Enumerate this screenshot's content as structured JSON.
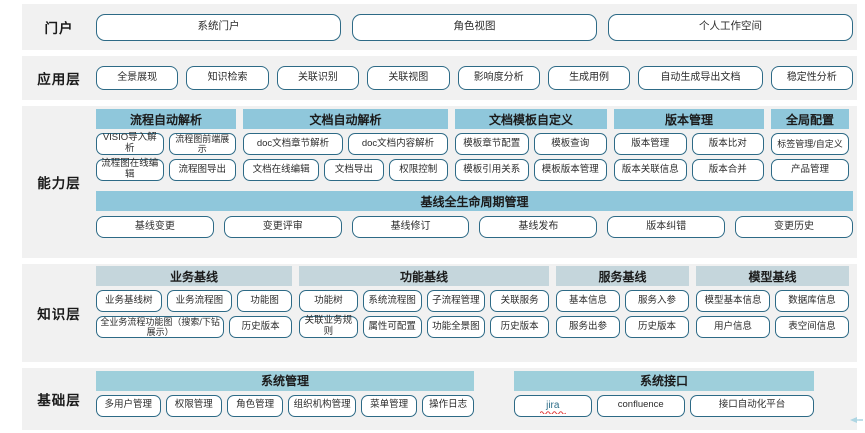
{
  "layers": [
    {
      "key": "portal",
      "label": "门户",
      "items": [
        "系统门户",
        "角色视图",
        "个人工作空间"
      ]
    },
    {
      "key": "application",
      "label": "应用层",
      "items": [
        "全景展现",
        "知识检索",
        "关联识别",
        "关联视图",
        "影响度分析",
        "生成用例",
        "自动生成导出文档",
        "稳定性分析"
      ]
    },
    {
      "key": "capability",
      "label": "能力层",
      "groups": [
        {
          "title": "流程自动解析",
          "rows": [
            [
              "VISIO导入解析",
              "流程图前端展示"
            ],
            [
              "流程图在线编辑",
              "流程图导出"
            ]
          ]
        },
        {
          "title": "文档自动解析",
          "rows": [
            [
              "doc文档章节解析",
              "doc文档内容解析"
            ],
            [
              "文档在线编辑",
              "文档导出",
              "权限控制"
            ]
          ]
        },
        {
          "title": "文档模板自定义",
          "rows": [
            [
              "模板章节配置",
              "模板查询"
            ],
            [
              "模板引用关系",
              "模板版本管理"
            ]
          ]
        },
        {
          "title": "版本管理",
          "rows": [
            [
              "版本管理",
              "版本比对"
            ],
            [
              "版本关联信息",
              "版本合并"
            ]
          ]
        },
        {
          "title": "全局配置",
          "rows": [
            [
              "标签管理/自定义"
            ],
            [
              "产品管理"
            ]
          ]
        }
      ],
      "lifecycle": {
        "title": "基线全生命周期管理",
        "items": [
          "基线变更",
          "变更评审",
          "基线修订",
          "基线发布",
          "版本纠错",
          "变更历史"
        ]
      }
    },
    {
      "key": "knowledge",
      "label": "知识层",
      "groups": [
        {
          "title": "业务基线",
          "rows": [
            [
              "业务基线树",
              "业务流程图",
              "功能图"
            ],
            [
              "全业务流程功能图（搜索/下钻展示）",
              "历史版本"
            ]
          ]
        },
        {
          "title": "功能基线",
          "rows": [
            [
              "功能树",
              "系统流程图",
              "子流程管理",
              "关联服务"
            ],
            [
              "关联业务规则",
              "属性可配置",
              "功能全景图",
              "历史版本"
            ]
          ]
        },
        {
          "title": "服务基线",
          "rows": [
            [
              "基本信息",
              "服务入参"
            ],
            [
              "服务出参",
              "历史版本"
            ]
          ]
        },
        {
          "title": "模型基线",
          "rows": [
            [
              "模型基本信息",
              "数据库信息"
            ],
            [
              "用户信息",
              "表空间信息"
            ]
          ]
        }
      ]
    },
    {
      "key": "base",
      "label": "基础层",
      "groups": [
        {
          "title": "系统管理",
          "rows": [
            [
              "多用户管理",
              "权限管理",
              "角色管理",
              "组织机构管理",
              "菜单管理",
              "操作日志"
            ]
          ]
        },
        {
          "title": "系统接口",
          "rows": [
            [
              "jira",
              "confluence",
              "接口自动化平台"
            ]
          ]
        }
      ]
    }
  ],
  "colors": {
    "band_background": "#f1f1f1",
    "node_border": "#2d6a86",
    "group_head_blue": "#8fc7db",
    "group_head_gray": "#c5d6dc",
    "arrow": "#aed6e3"
  }
}
